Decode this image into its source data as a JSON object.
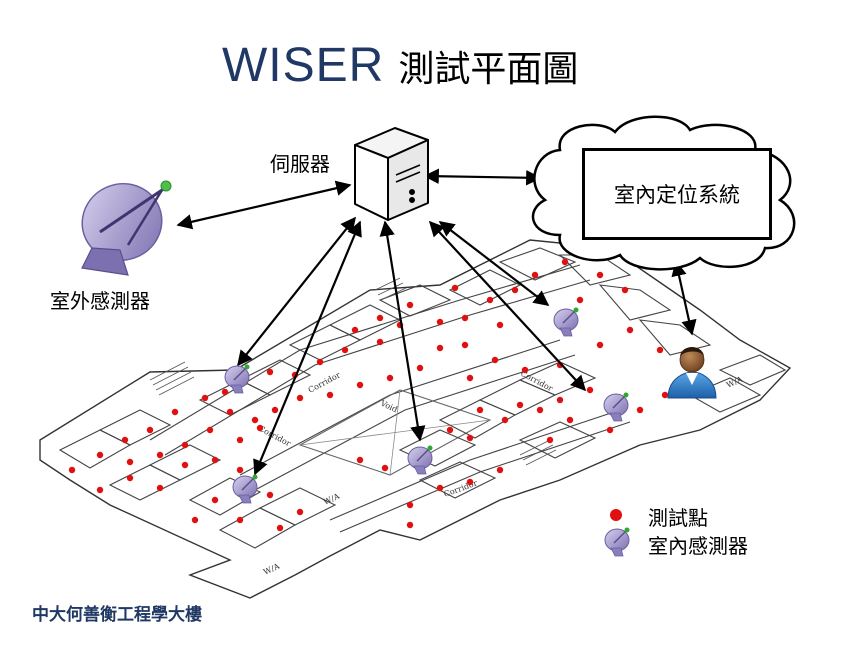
{
  "title": {
    "en": "WISER",
    "zh": "測試平面圖"
  },
  "labels": {
    "server": "伺服器",
    "outdoor_sensor": "室外感測器",
    "positioning_system": "室內定位系統",
    "building": "中大何善衡工程學大樓"
  },
  "floorplan_text": {
    "corridor": "Corridor",
    "void": "Void",
    "wa": "W/A"
  },
  "legend": {
    "test_point": "測試點",
    "indoor_sensor": "室內感測器"
  },
  "colors": {
    "title_blue": "#1f3864",
    "test_point_red": "#e01010",
    "sensor_purple": "#9b8fc4",
    "arrow": "#000000"
  },
  "icons": [
    "server-icon",
    "satellite-dish-icon",
    "cloud-icon",
    "user-icon"
  ]
}
